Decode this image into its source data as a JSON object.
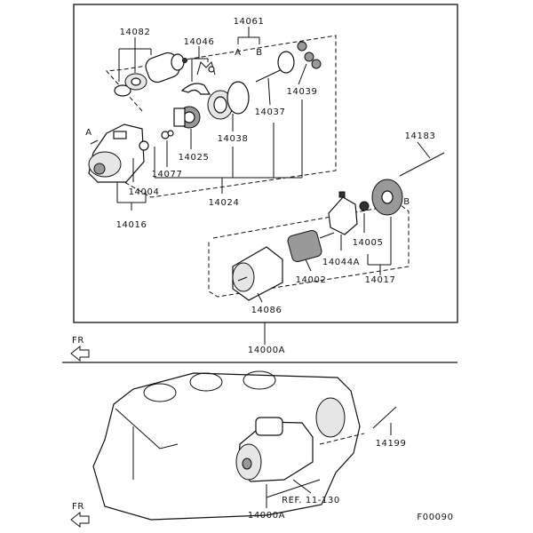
{
  "figure": {
    "code": "F00090",
    "front_marker": "FR",
    "connectors": {
      "a": "A",
      "b": "B"
    },
    "callouts": [
      {
        "id": "p14082",
        "label": "14082"
      },
      {
        "id": "p14046",
        "label": "14046"
      },
      {
        "id": "p14061",
        "label": "14061"
      },
      {
        "id": "p14039",
        "label": "14039"
      },
      {
        "id": "p14037",
        "label": "14037"
      },
      {
        "id": "p14038",
        "label": "14038"
      },
      {
        "id": "p14025",
        "label": "14025"
      },
      {
        "id": "p14077",
        "label": "14077"
      },
      {
        "id": "p14004",
        "label": "14004"
      },
      {
        "id": "p14016",
        "label": "14016"
      },
      {
        "id": "p14024",
        "label": "14024"
      },
      {
        "id": "p14183",
        "label": "14183"
      },
      {
        "id": "p14005",
        "label": "14005"
      },
      {
        "id": "p14044A",
        "label": "14044A"
      },
      {
        "id": "p14017",
        "label": "14017"
      },
      {
        "id": "p14002",
        "label": "14002"
      },
      {
        "id": "p14086",
        "label": "14086"
      },
      {
        "id": "p14000A_top",
        "label": "14000A"
      },
      {
        "id": "p14199",
        "label": "14199"
      },
      {
        "id": "ref",
        "label": "REF. 11-130"
      },
      {
        "id": "p14000A_bottom",
        "label": "14000A"
      }
    ]
  }
}
